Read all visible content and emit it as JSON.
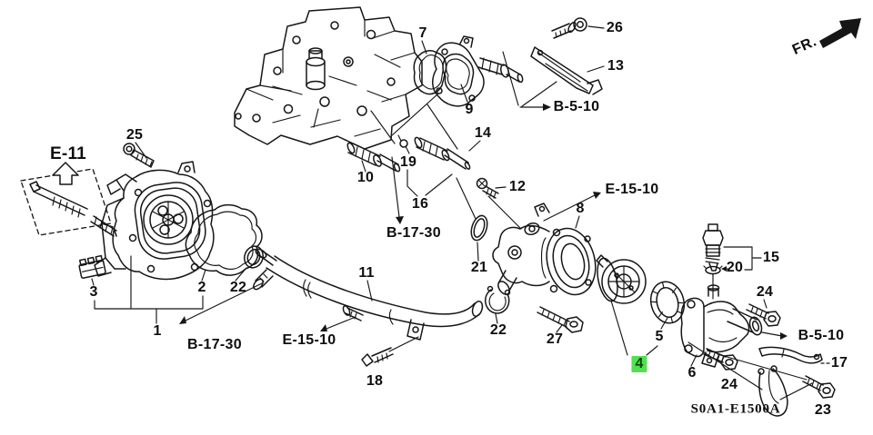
{
  "diagram": {
    "corner": {
      "fr": "FR.",
      "code": "S0A1-E1500A"
    },
    "highlight": {
      "part": "4",
      "color": "#52e052"
    },
    "labels": {
      "n1": "1",
      "n2": "2",
      "n3": "3",
      "n4": "4",
      "n5": "5",
      "n6": "6",
      "n7": "7",
      "n8": "8",
      "n9": "9",
      "n10": "10",
      "n11": "11",
      "n12": "12",
      "n13": "13",
      "n14": "14",
      "n15": "15",
      "n16": "16",
      "n17": "17",
      "n18": "18",
      "n19": "19",
      "n20": "20",
      "n21": "21",
      "n22_left": "22",
      "n22_right": "22",
      "n23": "23",
      "n24_top": "24",
      "n24_bottom": "24",
      "n25": "25",
      "n26": "26",
      "n27": "27"
    },
    "refs": {
      "e11": "E-11",
      "b510_top": "B-5-10",
      "b1730_mid": "B-17-30",
      "e1510_right": "E-15-10",
      "b1730_bottom": "B-17-30",
      "e1510_bottom": "E-15-10",
      "b510_bottom": "B-5-10"
    }
  }
}
